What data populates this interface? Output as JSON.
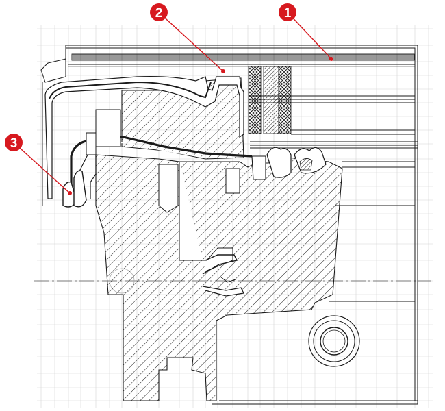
{
  "callouts": [
    {
      "label": "1"
    },
    {
      "label": "2"
    },
    {
      "label": "3"
    }
  ],
  "colors": {
    "callout": "#d7191f",
    "line": "#1a1a1a",
    "grid": "#cfcfcf",
    "background": "#ffffff"
  }
}
